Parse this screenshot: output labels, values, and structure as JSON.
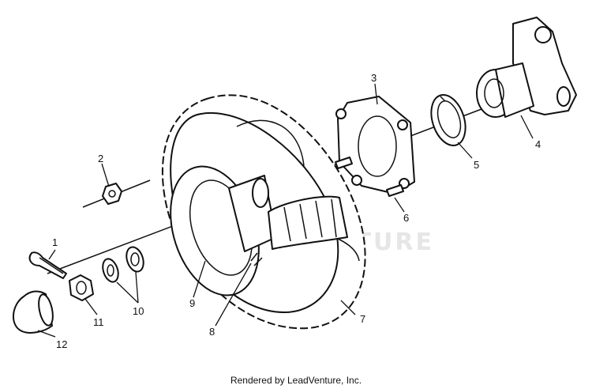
{
  "callouts": [
    {
      "label": "1"
    },
    {
      "label": "2"
    },
    {
      "label": "3"
    },
    {
      "label": "4"
    },
    {
      "label": "5"
    },
    {
      "label": "6"
    },
    {
      "label": "7"
    },
    {
      "label": "8"
    },
    {
      "label": "9"
    },
    {
      "label": "10"
    },
    {
      "label": "11"
    },
    {
      "label": "12"
    }
  ],
  "watermark": {
    "text": "LEADVENTURE"
  },
  "footer": {
    "credit": "Rendered by LeadVenture, Inc."
  },
  "colors": {
    "line": "#111111",
    "background": "#ffffff",
    "watermark": "#e6e6e6"
  }
}
